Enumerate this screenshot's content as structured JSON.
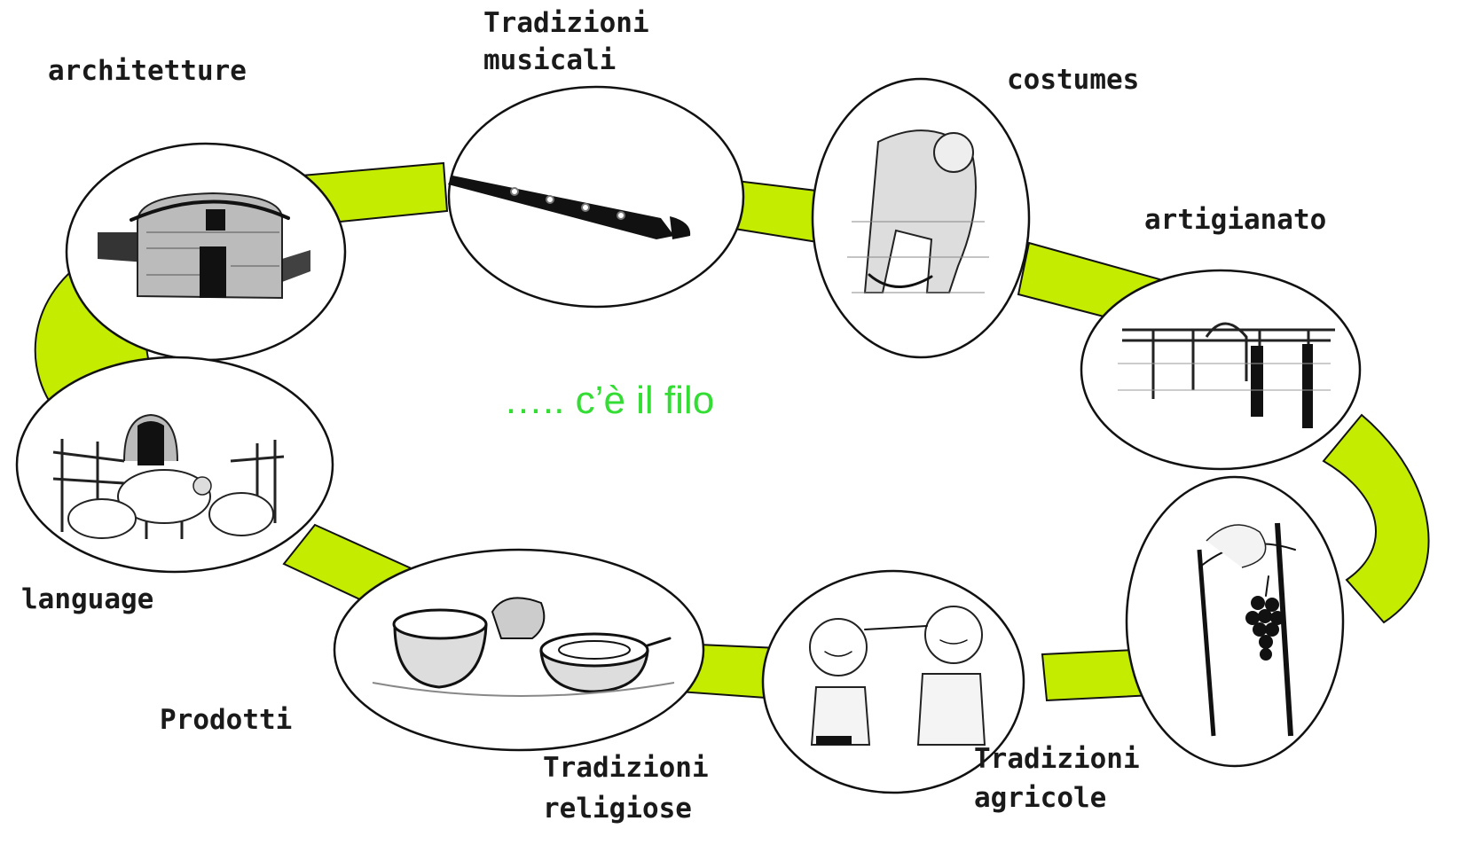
{
  "colors": {
    "chain": "#c4ec00",
    "center_text": "#33dd33",
    "outline": "#111111"
  },
  "center_text": "….. c’è il filo",
  "nodes": [
    {
      "id": "architetture",
      "label_lines": [
        "architetture"
      ],
      "icon": "stone-hut-icon"
    },
    {
      "id": "musicali",
      "label_lines": [
        "Tradizioni",
        "musicali"
      ],
      "icon": "clarinet-icon"
    },
    {
      "id": "costumes",
      "label_lines": [
        "costumes"
      ],
      "icon": "costume-figure-icon"
    },
    {
      "id": "artigianato",
      "label_lines": [
        "artigianato"
      ],
      "icon": "loom-icon"
    },
    {
      "id": "agricole",
      "label_lines": [
        "Tradizioni",
        "agricole"
      ],
      "icon": "grapevine-icon"
    },
    {
      "id": "religiose",
      "label_lines": [
        "Tradizioni",
        "religiose"
      ],
      "icon": "saints-icon"
    },
    {
      "id": "prodotti",
      "label_lines": [
        "Prodotti"
      ],
      "icon": "bowls-icon"
    },
    {
      "id": "language",
      "label_lines": [
        "language"
      ],
      "icon": "sheep-pen-icon"
    }
  ]
}
